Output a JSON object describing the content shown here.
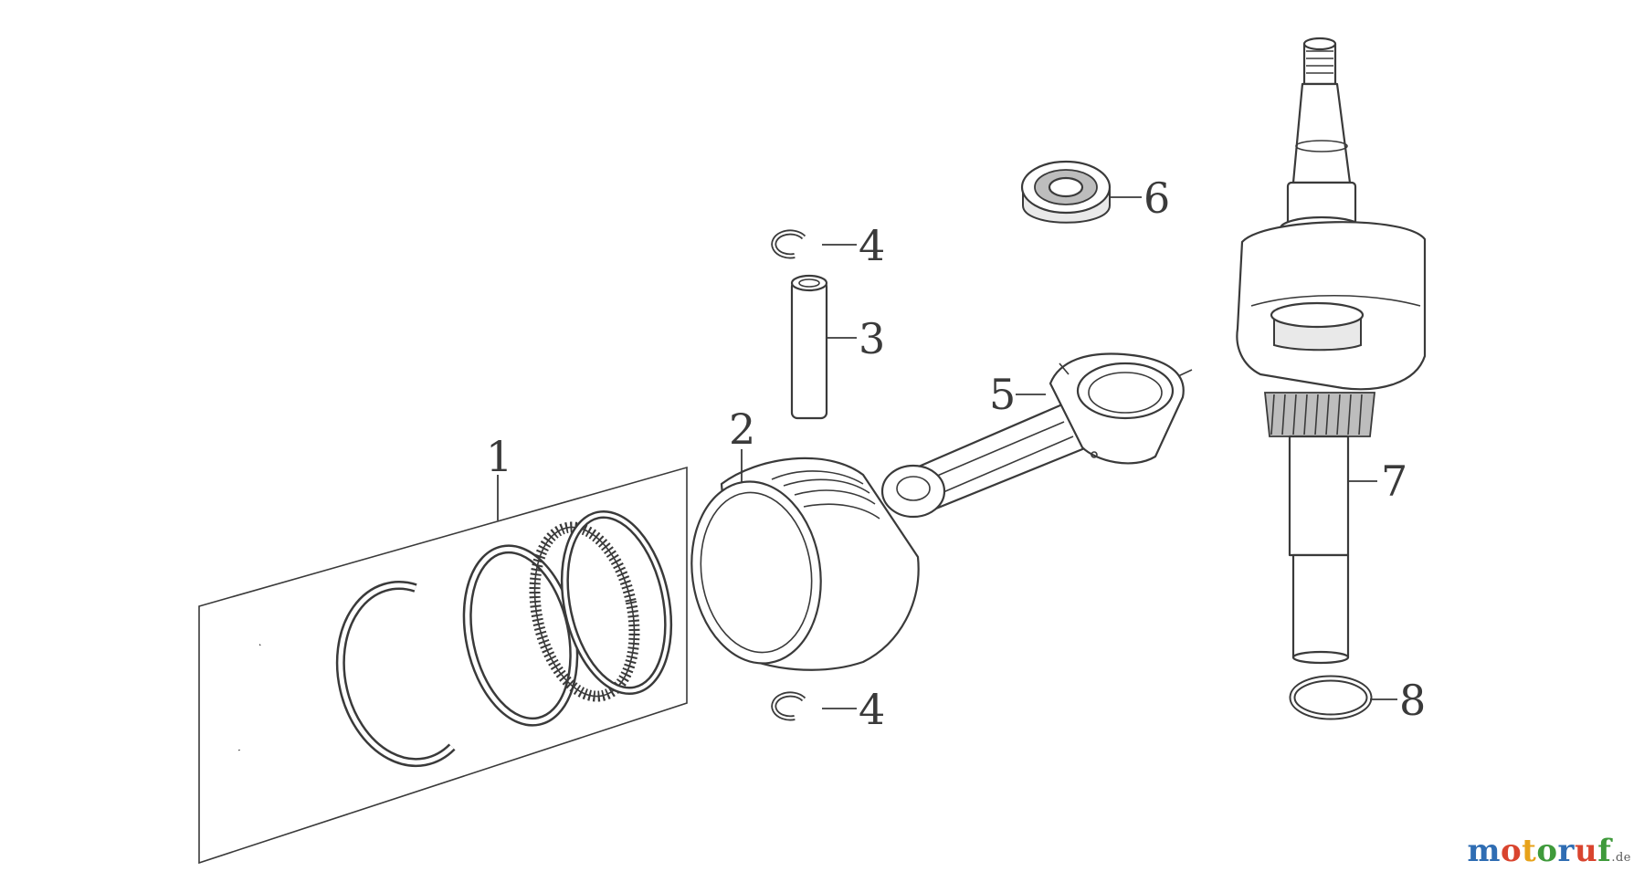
{
  "callouts": [
    {
      "id": "ring-set",
      "number": "1"
    },
    {
      "id": "piston",
      "number": "2"
    },
    {
      "id": "piston-pin",
      "number": "3"
    },
    {
      "id": "circlip-top",
      "number": "4"
    },
    {
      "id": "circlip-bottom",
      "number": "4"
    },
    {
      "id": "connecting-rod",
      "number": "5"
    },
    {
      "id": "oil-seal",
      "number": "6"
    },
    {
      "id": "crankshaft",
      "number": "7"
    },
    {
      "id": "washer",
      "number": "8"
    }
  ],
  "watermark": {
    "parts": [
      {
        "text": "m",
        "color": "#2f6db3"
      },
      {
        "text": "o",
        "color": "#d9442e"
      },
      {
        "text": "t",
        "color": "#e7a21a"
      },
      {
        "text": "o",
        "color": "#3f9a3b"
      },
      {
        "text": "r",
        "color": "#2f6db3"
      },
      {
        "text": "u",
        "color": "#d9442e"
      },
      {
        "text": "f",
        "color": "#3f9a3b"
      }
    ],
    "tld": ".de"
  }
}
